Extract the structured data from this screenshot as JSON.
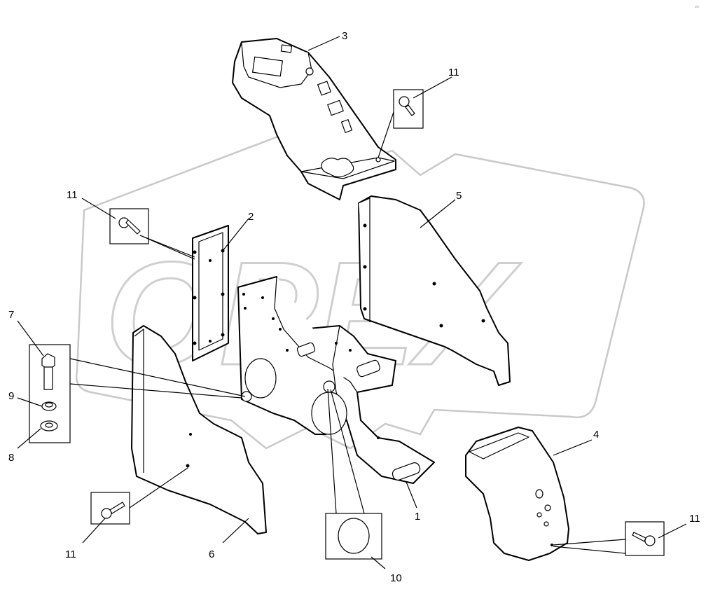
{
  "watermark": {
    "text": "OPEX"
  },
  "corner_mark": "⸗⸗",
  "callouts": {
    "c1": "1",
    "c2": "2",
    "c3": "3",
    "c4": "4",
    "c5": "5",
    "c6": "6",
    "c7": "7",
    "c8": "8",
    "c9": "9",
    "c10": "10",
    "c11_top": "11",
    "c11_left": "11",
    "c11_bottom_left": "11",
    "c11_right": "11"
  }
}
